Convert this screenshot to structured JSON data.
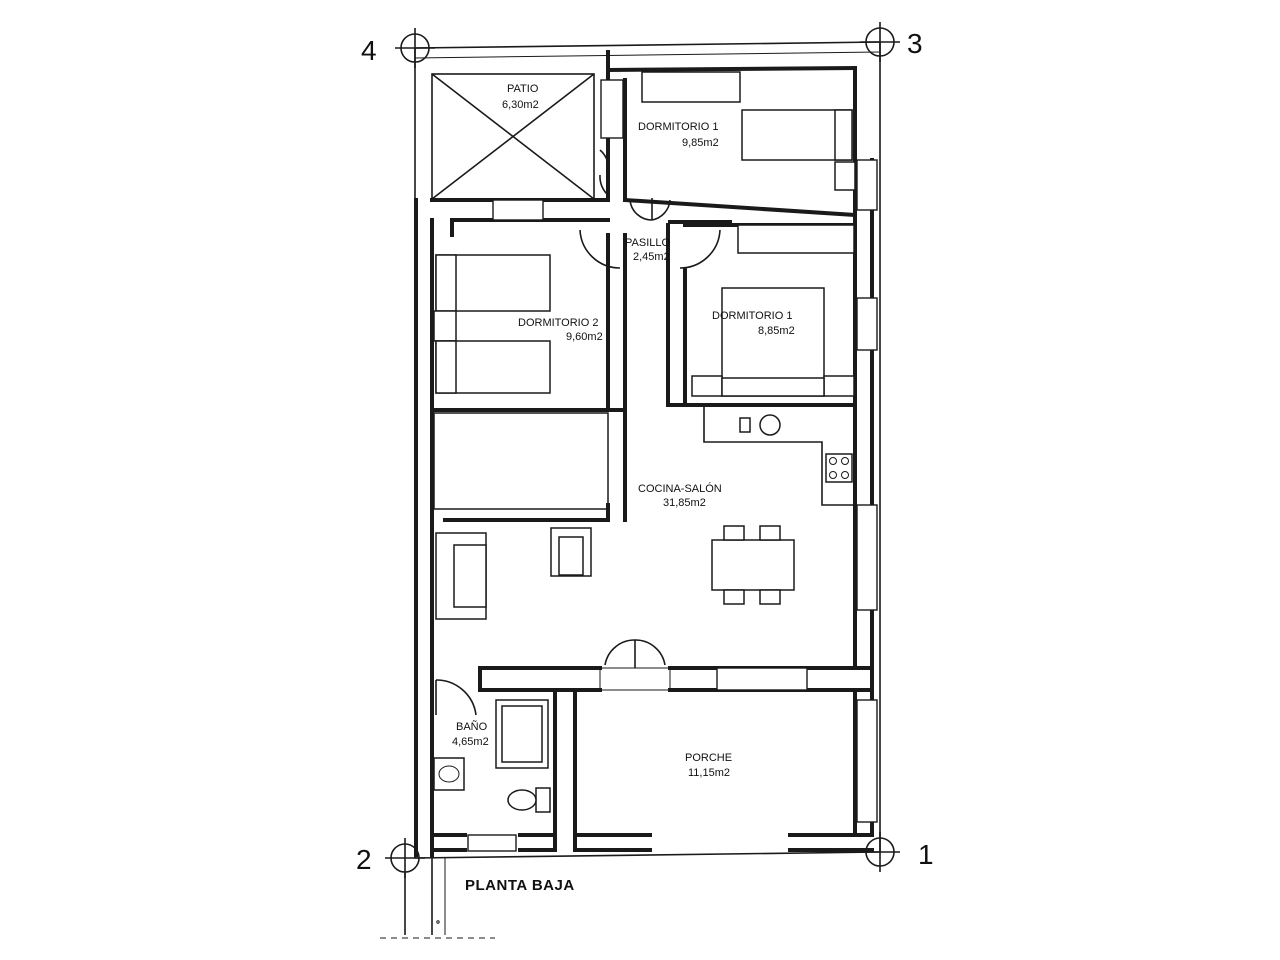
{
  "plan_title": "PLANTA BAJA",
  "axes": {
    "a1": "1",
    "a2": "2",
    "a3": "3",
    "a4": "4"
  },
  "rooms": {
    "patio": {
      "name": "PATIO",
      "area": "6,30m2"
    },
    "dormitorio1a": {
      "name": "DORMITORIO 1",
      "area": "9,85m2"
    },
    "pasillo": {
      "name": "PASILLO",
      "area": "2,45m2"
    },
    "dormitorio2": {
      "name": "DORMITORIO 2",
      "area": "9,60m2"
    },
    "dormitorio1b": {
      "name": "DORMITORIO 1",
      "area": "8,85m2"
    },
    "cocina": {
      "name": "COCINA-SALÓN",
      "area": "31,85m2"
    },
    "bano": {
      "name": "BAÑO",
      "area": "4,65m2"
    },
    "porche": {
      "name": "PORCHE",
      "area": "11,15m2"
    }
  }
}
